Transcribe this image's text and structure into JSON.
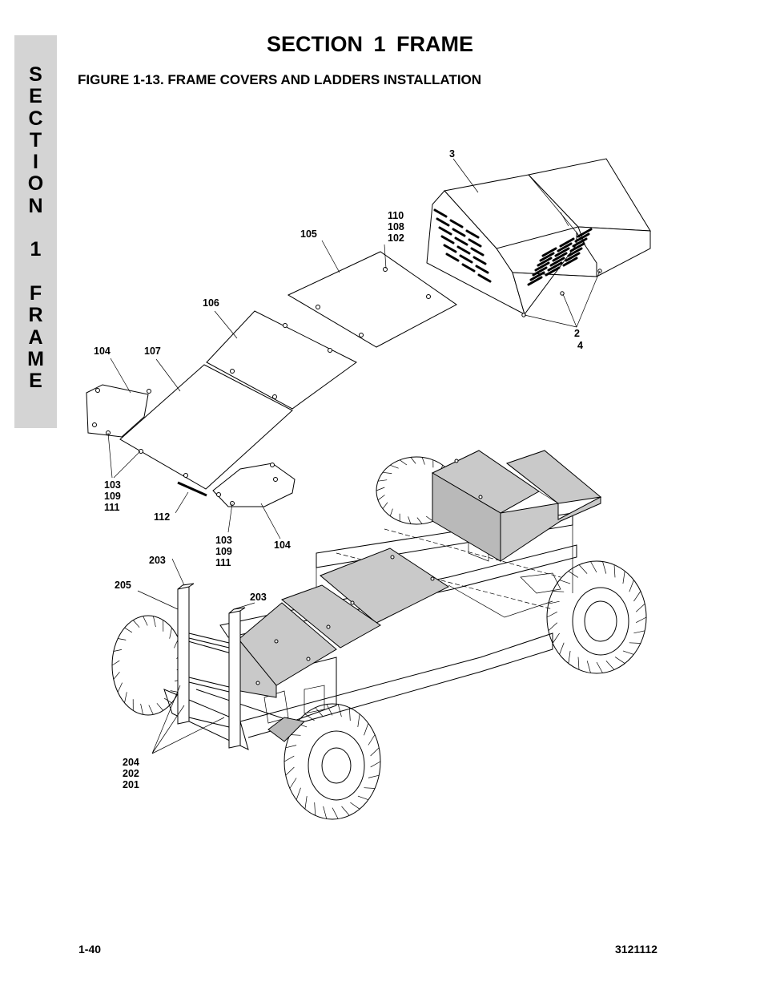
{
  "section_tab": {
    "letters": [
      "S",
      "E",
      "C",
      "T",
      "I",
      "O",
      "N",
      "",
      "1",
      "",
      "F",
      "R",
      "A",
      "M",
      "E"
    ]
  },
  "header": {
    "title": "SECTION 1  FRAME",
    "figure_title": "FIGURE 1-13.  FRAME COVERS AND LADDERS INSTALLATION"
  },
  "callouts": {
    "c3": "3",
    "c110": "110",
    "c108": "108",
    "c102": "102",
    "c105": "105",
    "c106": "106",
    "c104a": "104",
    "c107": "107",
    "c2": "2",
    "c4": "4",
    "c103a": "103",
    "c109a": "109",
    "c111a": "111",
    "c112": "112",
    "c103b": "103",
    "c109b": "109",
    "c111b": "111",
    "c104b": "104",
    "c203a": "203",
    "c205": "205",
    "c203b": "203",
    "c204": "204",
    "c202": "202",
    "c201": "201"
  },
  "footer": {
    "page_number": "1-40",
    "doc_number": "3121112"
  }
}
